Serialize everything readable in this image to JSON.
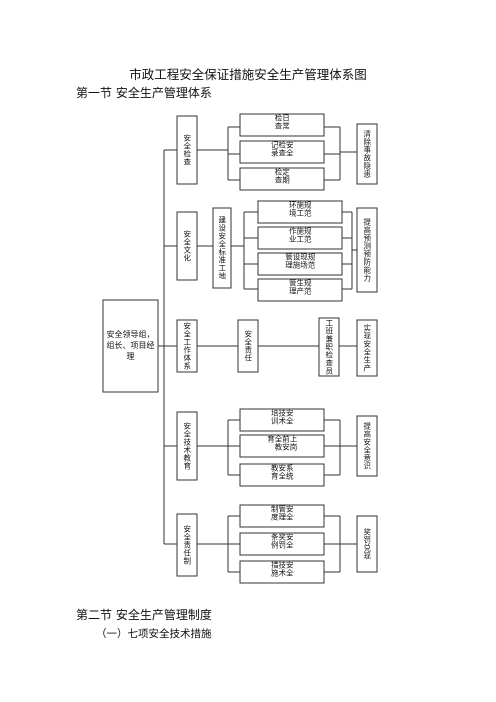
{
  "doc_title": "市政工程安全保证措施安全生产管理体系图",
  "section1": "第一节  安全生产管理体系",
  "section2": "第二节  安全生产管理制度",
  "subsection": "（一）七项安全技术措施",
  "root": {
    "line1": "安全领导组，",
    "line2": "组长、项目经理"
  },
  "branches": [
    {
      "title": "安全检查",
      "items": [
        "日常检查",
        "安全检查记录",
        "定期检查"
      ],
      "result": "清除事故隐患"
    },
    {
      "title": "安全文化",
      "middle": "建设安全标准工地",
      "items": [
        "规范施工环境",
        "规范施工作业",
        "规范现场设施管理",
        "规范生产管理"
      ],
      "result": "提高预测预防能力"
    },
    {
      "title": "安全工作体系",
      "middle": "安全责任",
      "items": [
        "工班兼职检查员"
      ],
      "result": "实现安全生产"
    },
    {
      "title": "安全技术教育",
      "items": [
        "安全技术培训",
        "上岗前安全教育",
        "系统安全教育"
      ],
      "result": "提高安全意识"
    },
    {
      "title": "安全责任制",
      "items": [
        "安全管理制度",
        "安全奖罚条例",
        "安全技术措施"
      ],
      "result": "奖罚兑现"
    }
  ]
}
